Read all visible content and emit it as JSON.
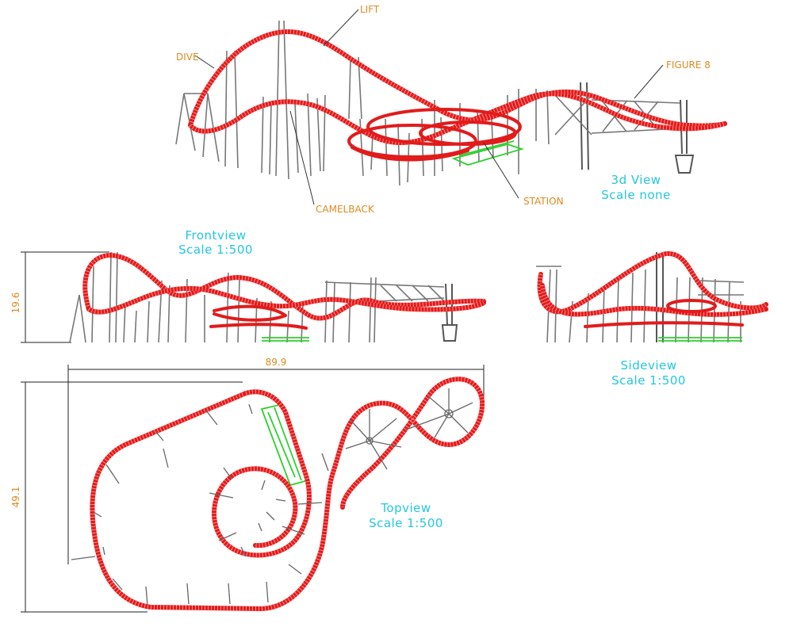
{
  "labels": {
    "lift": "LIFT",
    "dive": "DIVE",
    "figure8": "FIGURE 8",
    "camelback": "CAMELBACK",
    "station": "STATION"
  },
  "views": {
    "view3d": {
      "title": "3d View",
      "scale": "Scale none"
    },
    "front": {
      "title": "Frontview",
      "scale": "Scale 1:500"
    },
    "side": {
      "title": "Sideview",
      "scale": "Scale 1:500"
    },
    "top": {
      "title": "Topview",
      "scale": "Scale 1:500"
    }
  },
  "dimensions": {
    "height": "19.6",
    "length": "89.9",
    "width": "49.1"
  },
  "colors": {
    "track": "#e21b1b",
    "station": "#2fcf2f",
    "callout_text": "#e08a1e",
    "view_text": "#23c7df"
  }
}
